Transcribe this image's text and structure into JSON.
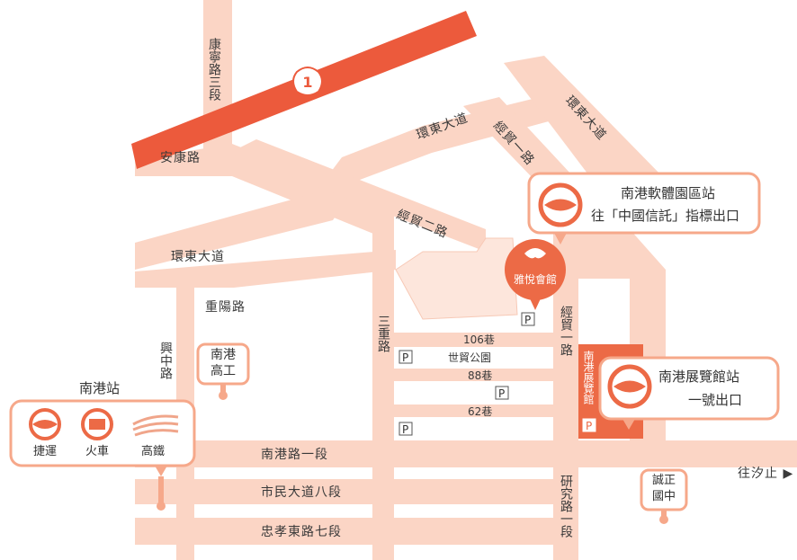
{
  "colors": {
    "road": "#fbd5c5",
    "highway": "#ec5a3c",
    "accent": "#ec6a46",
    "box_border": "#f6a88a",
    "text": "#333333"
  },
  "highway_shield": "1",
  "roads": {
    "kangning": "康寧路三段",
    "ankang": "安康路",
    "huandong_top": "環東大道",
    "jingmao1_top": "經貿一路",
    "huandong_right": "環東大道",
    "jingmao2": "經貿二路",
    "huandong_left": "環東大道",
    "chongyang": "重陽路",
    "xingzhong": "興中路",
    "sanchong": "三重路",
    "jingmao1_mid": "經貿一路",
    "lane106": "106巷",
    "park": "世貿公園",
    "lane88": "88巷",
    "lane62": "62巷",
    "nangang_rd": "南港路一段",
    "shimin": "市民大道八段",
    "zhongxiao": "忠孝東路七段",
    "yanjiu": "研究路一段",
    "to_xizhi": "往汐止 ▶"
  },
  "places": {
    "software_park_title": "南港軟體園區站",
    "software_park_exit": "往「中國信託」指標出口",
    "expo_title": "南港展覽館站",
    "expo_exit": "一號出口",
    "expo_building": "南港展覽館",
    "nangang_station": "南港站",
    "mrt": "捷運",
    "train": "火車",
    "hsr": "高鐵",
    "nangang_vocational": "南港高工",
    "chengzheng": "誠正國中",
    "venue": "雅悅會館",
    "parking": "P"
  }
}
